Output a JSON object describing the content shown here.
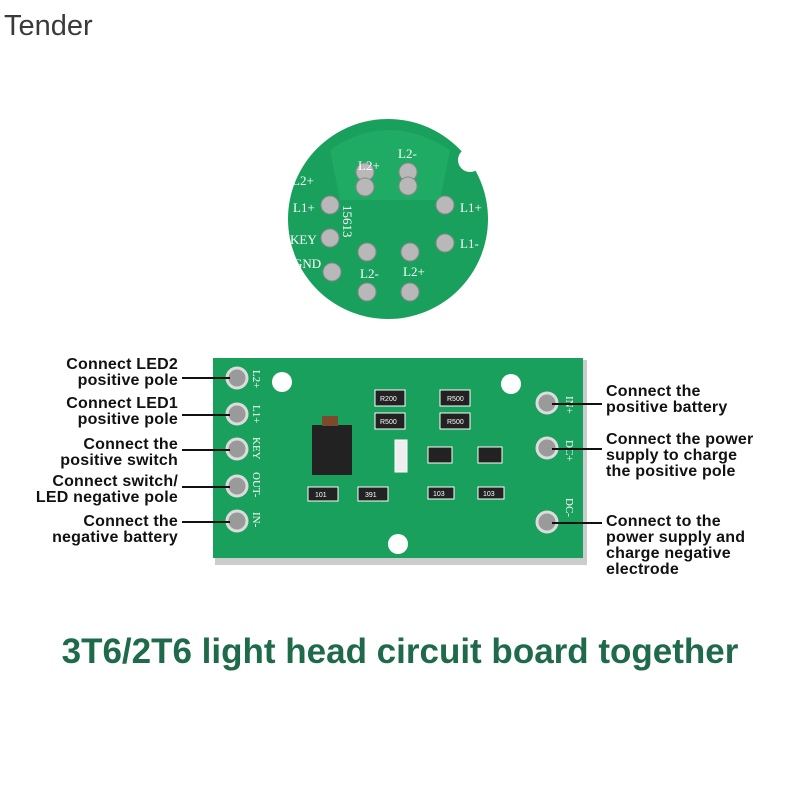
{
  "brand": "Tender",
  "round_board": {
    "labels": [
      "L2+",
      "L2-",
      "L2+",
      "L1+",
      "L1+",
      "KEY",
      "GND",
      "L2-",
      "L2+",
      "L1-",
      "15613"
    ]
  },
  "rect_board": {
    "pads_left": [
      "L2+",
      "L1+",
      "KEY",
      "OUT-",
      "IN-"
    ],
    "pads_right": [
      "IN+",
      "DC+",
      "DC-"
    ],
    "components": [
      "R200",
      "R500",
      "R500",
      "R500",
      "101",
      "391",
      "103",
      "103"
    ]
  },
  "left_labels": [
    {
      "line1": "Connect LED2",
      "line2": "positive pole"
    },
    {
      "line1": "Connect LED1",
      "line2": "positive pole"
    },
    {
      "line1": "Connect the",
      "line2": "positive switch"
    },
    {
      "line1": "Connect switch/",
      "line2": "LED negative pole"
    },
    {
      "line1": "Connect the",
      "line2": "negative battery"
    }
  ],
  "right_labels": [
    {
      "line1": "Connect the",
      "line2": "positive battery"
    },
    {
      "line1": "Connect the power",
      "line2": "supply to charge",
      "line3": "the positive pole"
    },
    {
      "line1": "Connect to the",
      "line2": "power supply and",
      "line3": "charge negative",
      "line4": "electrode"
    }
  ],
  "caption": "3T6/2T6 light head circuit board together",
  "colors": {
    "pcb": "#1a9a5a",
    "caption": "#1e6a4a"
  }
}
